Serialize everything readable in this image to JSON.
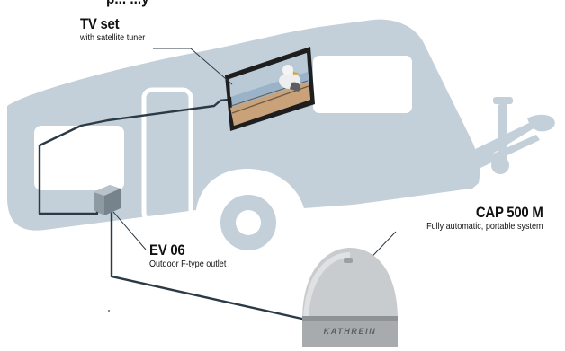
{
  "diagram": {
    "header_fragment": "p... ...y",
    "tv": {
      "title": "TV set",
      "subtitle": "with satellite tuner"
    },
    "outlet": {
      "title": "EV 06",
      "subtitle": "Outdoor F-type outlet"
    },
    "antenna": {
      "title": "CAP 500 M",
      "subtitle": "Fully automatic, portable system",
      "brand": "KATHREIN"
    },
    "colors": {
      "caravan": "#c3d0d9",
      "cable": "#2b3a45",
      "dome": "#c9ccce",
      "tv_frame": "#1e1e1e",
      "text": "#111111"
    }
  }
}
